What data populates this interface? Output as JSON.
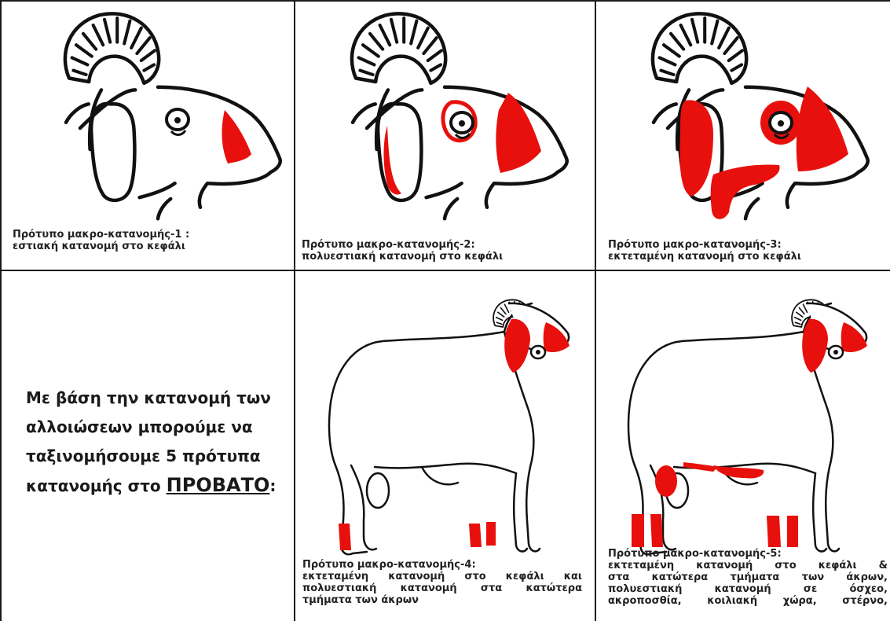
{
  "panels": [
    {
      "id": 1,
      "caption": [
        "Πρότυπο μακρο-κατανομής-1 :",
        "εστιακή κατανομή στο κεφάλι"
      ]
    },
    {
      "id": 2,
      "caption": [
        "Πρότυπο μακρο-κατανομής-2:",
        "πολυεστιακή  κατανομή στο κεφάλι"
      ]
    },
    {
      "id": 3,
      "caption": [
        "Πρότυπο μακρο-κατανομής-3:",
        "εκτεταμένη κατανομή στο κεφάλι"
      ]
    },
    {
      "id": 4,
      "caption": [
        "Πρότυπο μακρο-κατανομής-4:",
        "εκτεταμένη κατανομή στο κεφάλι και",
        "πολυεστιακή  κατανομή στα κατώτερα",
        "τμήματα των άκρων"
      ]
    },
    {
      "id": 5,
      "caption": [
        "Πρότυπο μακρο-κατανομής-5:",
        "εκτεταμένη κατανομή στο κεφάλι &",
        "στα κατώτερα τμήματα των άκρων,",
        "πολυεστιακή  κατανομή σε όσχεο,",
        "ακροποσθία, κοιλιακή χώρα, στέρνο,"
      ]
    }
  ],
  "intro": {
    "lines": [
      "Με βάση την κατανομή των",
      "αλλοιώσεων μπορούμε να",
      "ταξινομήσουμε  5 πρότυπα"
    ],
    "last_prefix": "κατανομής στο ",
    "emphasis": "ΠΡΟΒΑΤΟ",
    "suffix": ":"
  },
  "colors": {
    "lesion": "#e8100c",
    "outline": "#111111",
    "background": "#ffffff"
  }
}
